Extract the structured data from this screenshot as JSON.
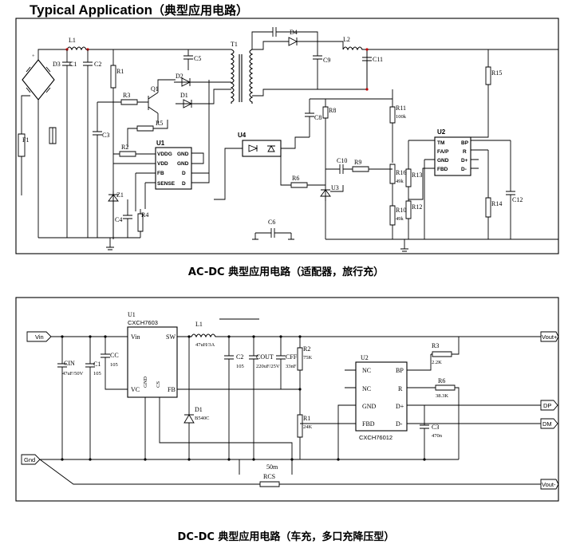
{
  "heading": {
    "title": "Typical Application",
    "subtitle": "（典型应用电路）"
  },
  "captions": {
    "acdc": "AC-DC 典型应用电路（适配器，旅行充）",
    "dcdc": "DC-DC 典型应用电路（车充，多口充降压型）"
  },
  "acdc": {
    "components": {
      "L1": "L1",
      "D3": "D3",
      "C1": "C1",
      "C2": "C2",
      "R1": "R1",
      "F1": "F1",
      "R3": "R3",
      "Q1": "Q1",
      "R5": "R5",
      "C3": "C3",
      "R2": "R2",
      "Z1": "Z1",
      "C4": "C4",
      "R4": "R4",
      "C5": "C5",
      "D2": "D2",
      "D1": "D1",
      "T1": "T1",
      "D4": "D4",
      "C9": "C9",
      "L2": "L2",
      "C11": "C11",
      "R15": "R15",
      "R11": "R11",
      "R11v": "100k",
      "C8": "C8",
      "R8": "R8",
      "U4": "U4",
      "R6": "R6",
      "C10": "C10",
      "R9": "R9",
      "R16": "R16",
      "R16v": "49k",
      "U3": "U3",
      "R10": "R10",
      "R10v": "49k",
      "R13": "R13",
      "R12": "R12",
      "U2": "U2",
      "R14": "R14",
      "C12": "C12",
      "C6": "C6",
      "U1": "U1"
    },
    "u1_pins": {
      "vddg": "VDDG",
      "vdd": "VDD",
      "fb": "FB",
      "sense": "SENSE",
      "gnd1": "GND",
      "gnd2": "GND",
      "d1": "D",
      "d2": "D"
    },
    "u2_pins": {
      "tm": "TM",
      "fap": "FA/P",
      "gnd": "GND",
      "fbd": "FBD",
      "bp": "BP",
      "r": "R",
      "dp": "D+",
      "dm": "D-"
    }
  },
  "dcdc": {
    "nets": {
      "vin": "Vin",
      "gnd": "Gnd",
      "vout_p": "Vout+",
      "vout_m": "Vout-",
      "dp": "DP",
      "dm": "DM"
    },
    "u1": {
      "ref": "U1",
      "part": "CXCH7603",
      "pin_vin": "Vin",
      "pin_sw": "SW",
      "pin_vc": "VC",
      "pin_gnd": "GND",
      "pin_cs": "CS",
      "pin_fb": "FB"
    },
    "u2": {
      "ref": "U2",
      "part": "CXCH76012",
      "nc1": "NC",
      "nc2": "NC",
      "gnd": "GND",
      "fbd": "FBD",
      "bp": "BP",
      "r": "R",
      "dp": "D+",
      "dm": "D-"
    },
    "components": {
      "cin": "CIN",
      "cin_v": "47uF/50V",
      "c1": "C1",
      "c1_v": "105",
      "cc": "CC",
      "cc_v": "105",
      "l1": "L1",
      "l1_v": "47uH/3A",
      "d1": "D1",
      "d1_v": "B540C",
      "c2": "C2",
      "c2_v": "105",
      "cout": "COUT",
      "cout_v": "220uF/25V",
      "cff": "CFF",
      "cff_v": "33nF",
      "r2": "R2",
      "r2_v": "75K",
      "r1": "R1",
      "r1_v": "24K",
      "r3": "R3",
      "r3_v": "2.2K",
      "r6": "R6",
      "r6_v": "38.3K",
      "c3": "C3",
      "c3_v": "470n",
      "rcs": "RCS",
      "rcs_v": "50m"
    }
  }
}
